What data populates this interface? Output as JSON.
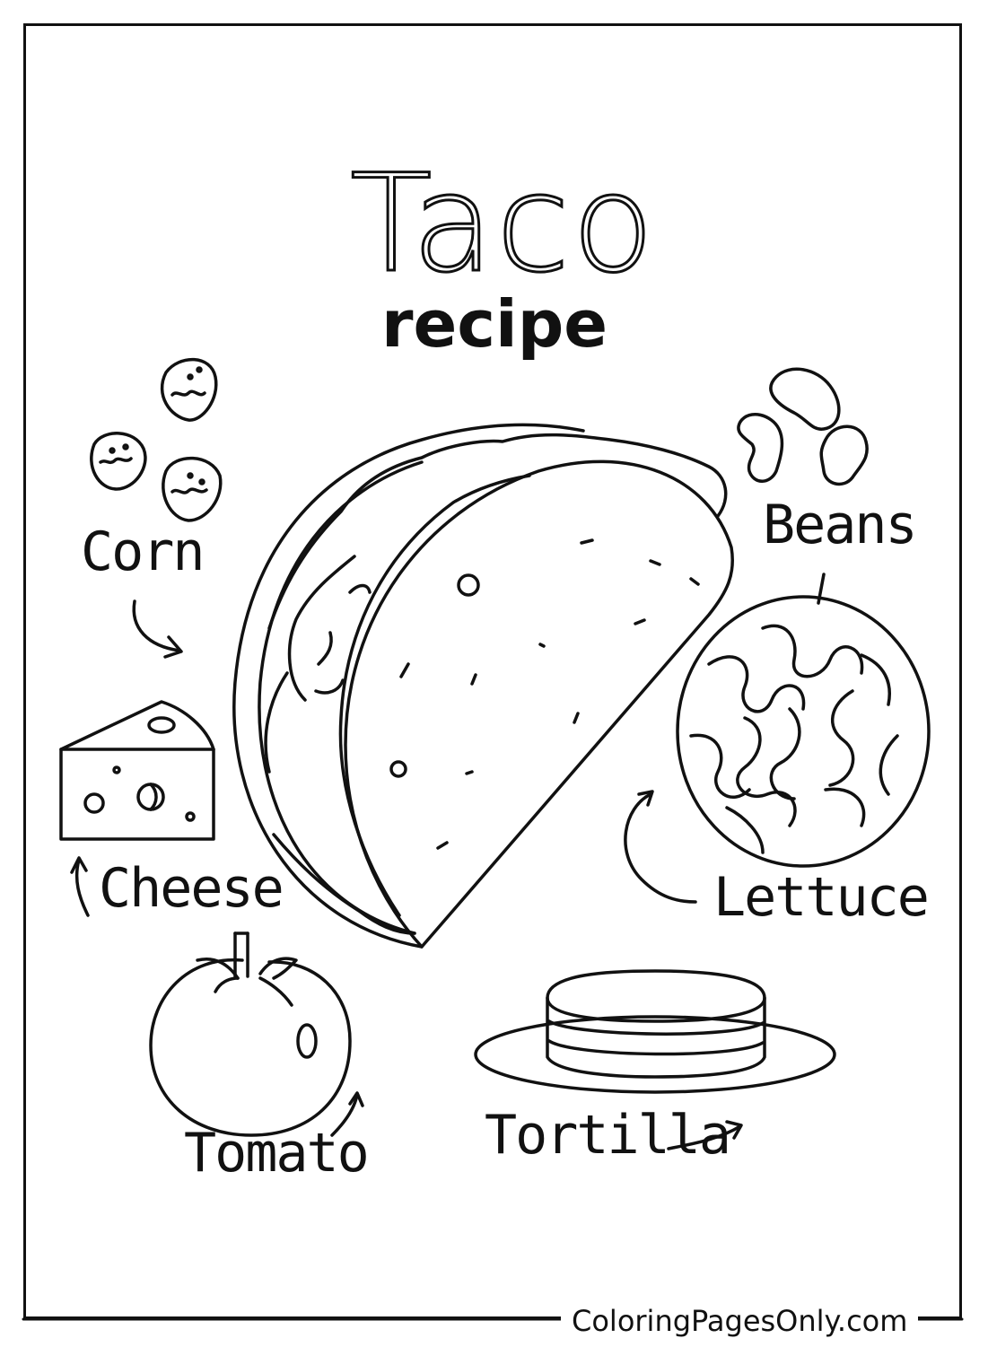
{
  "title": "Taco",
  "subtitle": "recipe",
  "labels": {
    "corn": "Corn",
    "beans": "Beans",
    "cheese": "Cheese",
    "lettuce": "Lettuce",
    "tomato": "Tomato",
    "tortilla": "Tortilla"
  },
  "footer": "ColoringPagesOnly.com",
  "colors": {
    "ink": "#111111",
    "paper": "#ffffff"
  },
  "icons": [
    "taco-icon",
    "corn-kernel-icon",
    "bean-icon",
    "cheese-icon",
    "lettuce-icon",
    "tomato-icon",
    "tortilla-stack-icon",
    "arrow-icon"
  ]
}
